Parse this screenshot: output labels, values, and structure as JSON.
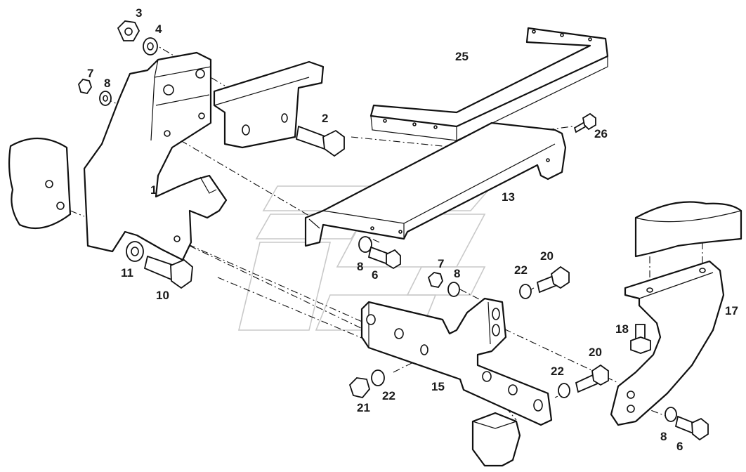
{
  "diagram": {
    "callouts": [
      {
        "id": "c1",
        "text": "1"
      },
      {
        "id": "c2",
        "text": "2"
      },
      {
        "id": "c3",
        "text": "3"
      },
      {
        "id": "c4",
        "text": "4"
      },
      {
        "id": "c6a",
        "text": "6"
      },
      {
        "id": "c6b",
        "text": "6"
      },
      {
        "id": "c7a",
        "text": "7"
      },
      {
        "id": "c7b",
        "text": "7"
      },
      {
        "id": "c8a",
        "text": "8"
      },
      {
        "id": "c8b",
        "text": "8"
      },
      {
        "id": "c8c",
        "text": "8"
      },
      {
        "id": "c8d",
        "text": "8"
      },
      {
        "id": "c10",
        "text": "10"
      },
      {
        "id": "c11",
        "text": "11"
      },
      {
        "id": "c13",
        "text": "13"
      },
      {
        "id": "c15",
        "text": "15"
      },
      {
        "id": "c17",
        "text": "17"
      },
      {
        "id": "c18",
        "text": "18"
      },
      {
        "id": "c20a",
        "text": "20"
      },
      {
        "id": "c20b",
        "text": "20"
      },
      {
        "id": "c21",
        "text": "21"
      },
      {
        "id": "c22a",
        "text": "22"
      },
      {
        "id": "c22b",
        "text": "22"
      },
      {
        "id": "c22c",
        "text": "22"
      },
      {
        "id": "c25",
        "text": "25"
      },
      {
        "id": "c26",
        "text": "26"
      }
    ]
  }
}
